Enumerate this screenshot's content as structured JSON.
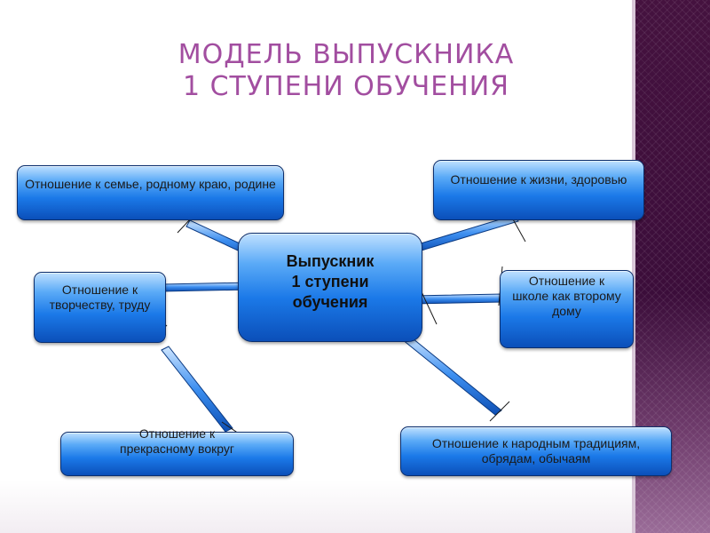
{
  "title": {
    "line1": "МОДЕЛЬ ВЫПУСКНИКА",
    "line2": "1 СТУПЕНИ ОБУЧЕНИЯ"
  },
  "center_node": {
    "lines": [
      "Выпускник",
      "1 ступени",
      "обучения"
    ]
  },
  "nodes": [
    {
      "id": "family",
      "text": "Отношение к семье, родному краю, родине"
    },
    {
      "id": "life",
      "text": "Отношение к жизни, здоровью"
    },
    {
      "id": "creativity",
      "text": "Отношение к творчеству, труду"
    },
    {
      "id": "school",
      "text": "Отношение к школе как второму дому"
    },
    {
      "id": "beauty",
      "text": "Отношение к прекрасному вокруг"
    },
    {
      "id": "traditions",
      "text": "Отношение к народным традициям, обрядам, обычаям"
    }
  ],
  "colors": {
    "title": "#a24ea0",
    "node_fill": "#1b79e8",
    "node_border": "#0c2f6e",
    "accent_strip": "#3e0f3c"
  }
}
